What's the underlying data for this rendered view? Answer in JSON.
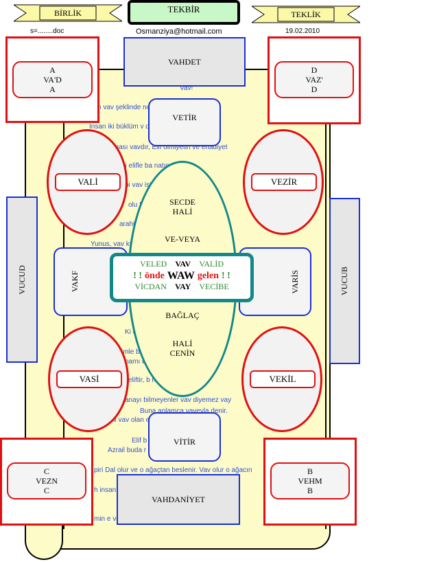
{
  "header": {
    "birlik": "BİRLİK",
    "tekbir": "TEKBİR",
    "teklik": "TEKLİK",
    "doc": "s=........doc",
    "email": "Osmanziya@hotmail.com",
    "date": "19.02.2010"
  },
  "corners": {
    "top_left": [
      "A",
      "VA'D",
      "A"
    ],
    "top_right": [
      "D",
      "VAZ'",
      "D"
    ],
    "bottom_left": [
      "C",
      "VEZN",
      "C"
    ],
    "bottom_right": [
      "B",
      "VEHM",
      "B"
    ]
  },
  "boxes": {
    "vahdet": "VAHDET",
    "vetir": "VETİR",
    "vitir": "VİTİR",
    "vahdaniyet": "VAHDANİYET",
    "vucud": "VUCUD",
    "vucub": "VUCUB",
    "vakf": "VAKF",
    "varis": "VARİS"
  },
  "ellipses": {
    "vali": "VALİ",
    "vezir": "VEZİR",
    "vasi": "VASİ",
    "vekil": "VEKİL"
  },
  "center": {
    "secde": "SECDE",
    "hali_top": "HALİ",
    "ve_veya": "VE-VEYA",
    "baglac": "BAĞLAÇ",
    "hali_bottom": "HALİ",
    "cenin": "CENİN",
    "row1": {
      "left": "VELED",
      "mid": "VAV",
      "right": "VALİD"
    },
    "row2": {
      "excl_left": "! !",
      "once": "önde",
      "waw": "WAW",
      "gelen": "gelen",
      "excl_right": "! !"
    },
    "row3": {
      "left": "VİCDAN",
      "mid": "VAY",
      "right": "VECİBE"
    }
  },
  "background_text": [
    "Vav!",
    "n vav şeklinde                     nca kendini el",
    "İnsan iki büklüm v                   duğu gün ölmüştür.",
    "anası vavdır, Elif olmiyetin ve ehadiyet",
    "hi elifle ba                  natın anahta",
    "bi vav                       ister ku",
    "olu                              Elifte",
    "arahim                          teşe od",
    "Yunus, vav                   kmıştır kendini",
    "Ki                               coşar.",
    "imle                            belki",
    "namı                            durm",
    "eliftir, b                       rde vav o",
    "anayı bilmeyenler vav diyemez vay",
    "Buna anlamca vaveyla denir.",
    "ni vav olan                enlerin ha",
    "Elif b                         dalıdır.",
    "Azrail buda                   r çıkar sesler",
    "piri Dal olur ve o ağaçtan beslenir. Vav olur o ağacın",
    "h insan                           mesajı h",
    "min e                           velile"
  ],
  "colors": {
    "red": "#e01010",
    "blue": "#1a2fd0",
    "teal": "#138888",
    "green": "#2a8a2a",
    "scroll": "#fdfbc8"
  }
}
